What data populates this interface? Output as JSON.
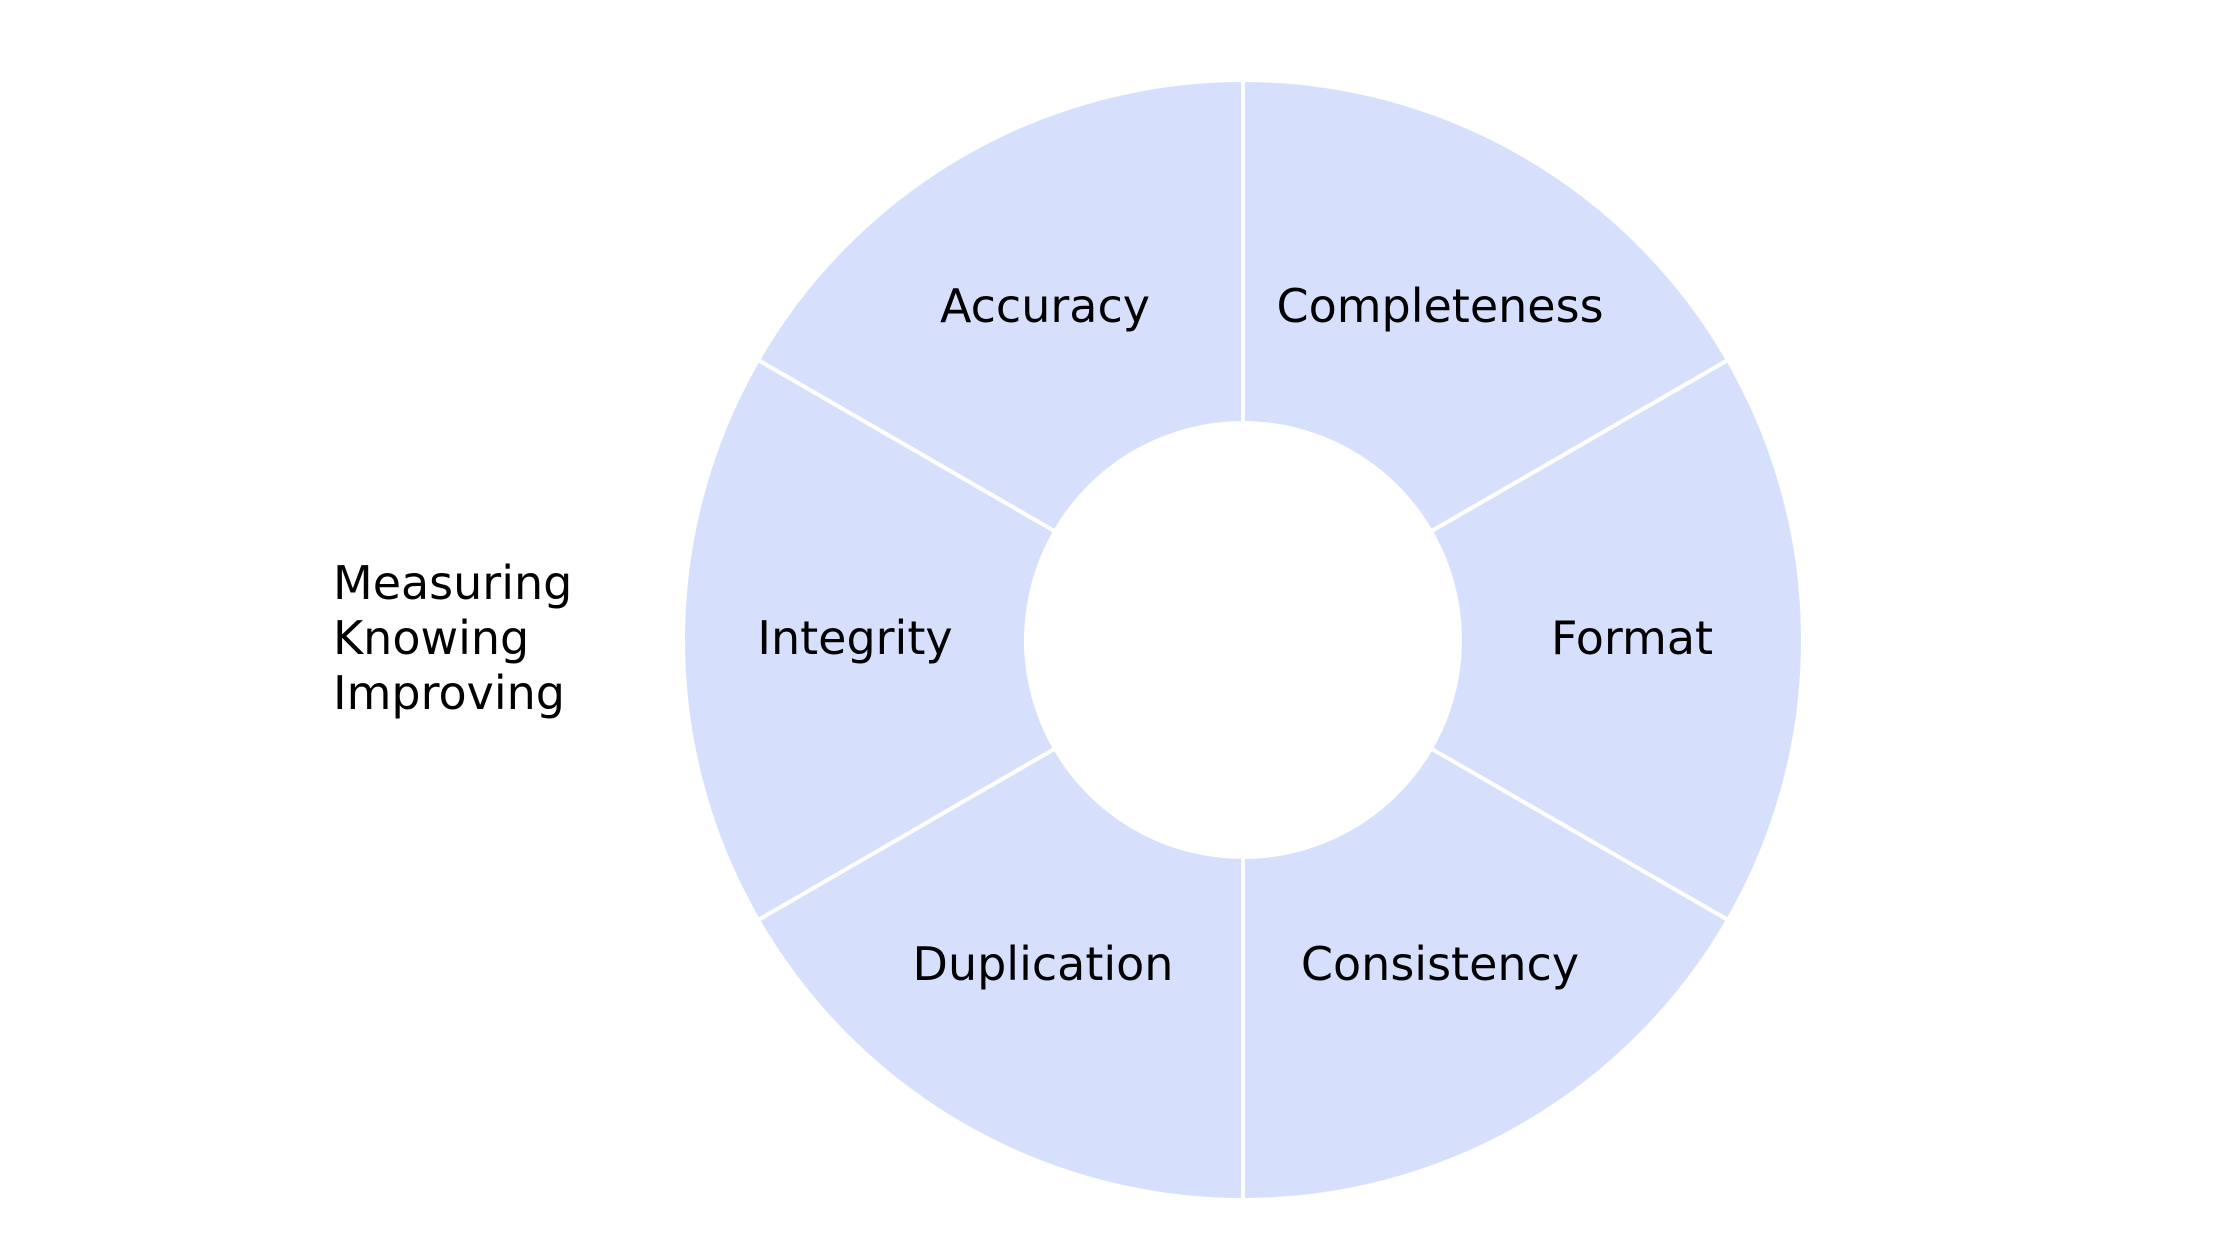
{
  "side_text": {
    "lines": [
      "Measuring",
      "Knowing",
      "Improving"
    ]
  },
  "ring": {
    "fill_color": "#d6e0fd",
    "divider_color": "#ffffff",
    "segments": [
      {
        "label": "Accuracy"
      },
      {
        "label": "Completeness"
      },
      {
        "label": "Format"
      },
      {
        "label": "Consistency"
      },
      {
        "label": "Duplication"
      },
      {
        "label": "Integrity"
      }
    ]
  }
}
